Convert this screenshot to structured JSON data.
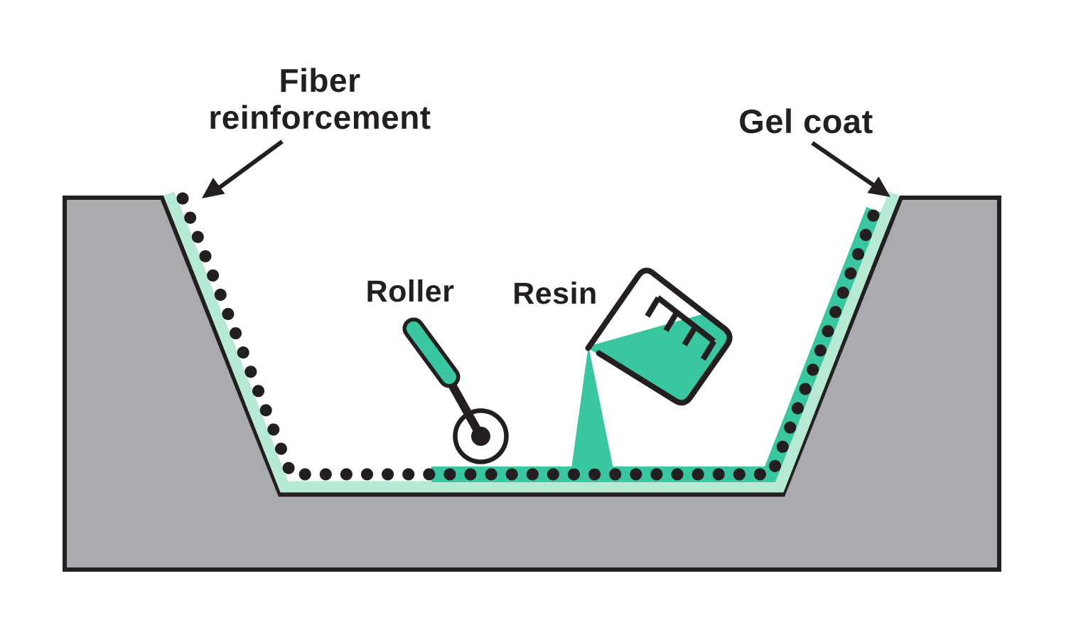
{
  "labels": {
    "fiber_line1": "Fiber",
    "fiber_line2": "reinforcement",
    "gel_coat": "Gel coat",
    "roller": "Roller",
    "resin": "Resin"
  },
  "colors": {
    "background": "#ffffff",
    "mold_gray": "#a9abae",
    "ink": "#231f20",
    "gel_coat": "#b6ead4",
    "resin": "#39c6a1",
    "wheel": "#ffffff"
  },
  "icons": {
    "roller": "roller-tool-icon",
    "beaker": "pouring-beaker-icon",
    "fiber_arrow": "arrow-down-left-icon",
    "gel_arrow": "arrow-down-right-icon"
  }
}
